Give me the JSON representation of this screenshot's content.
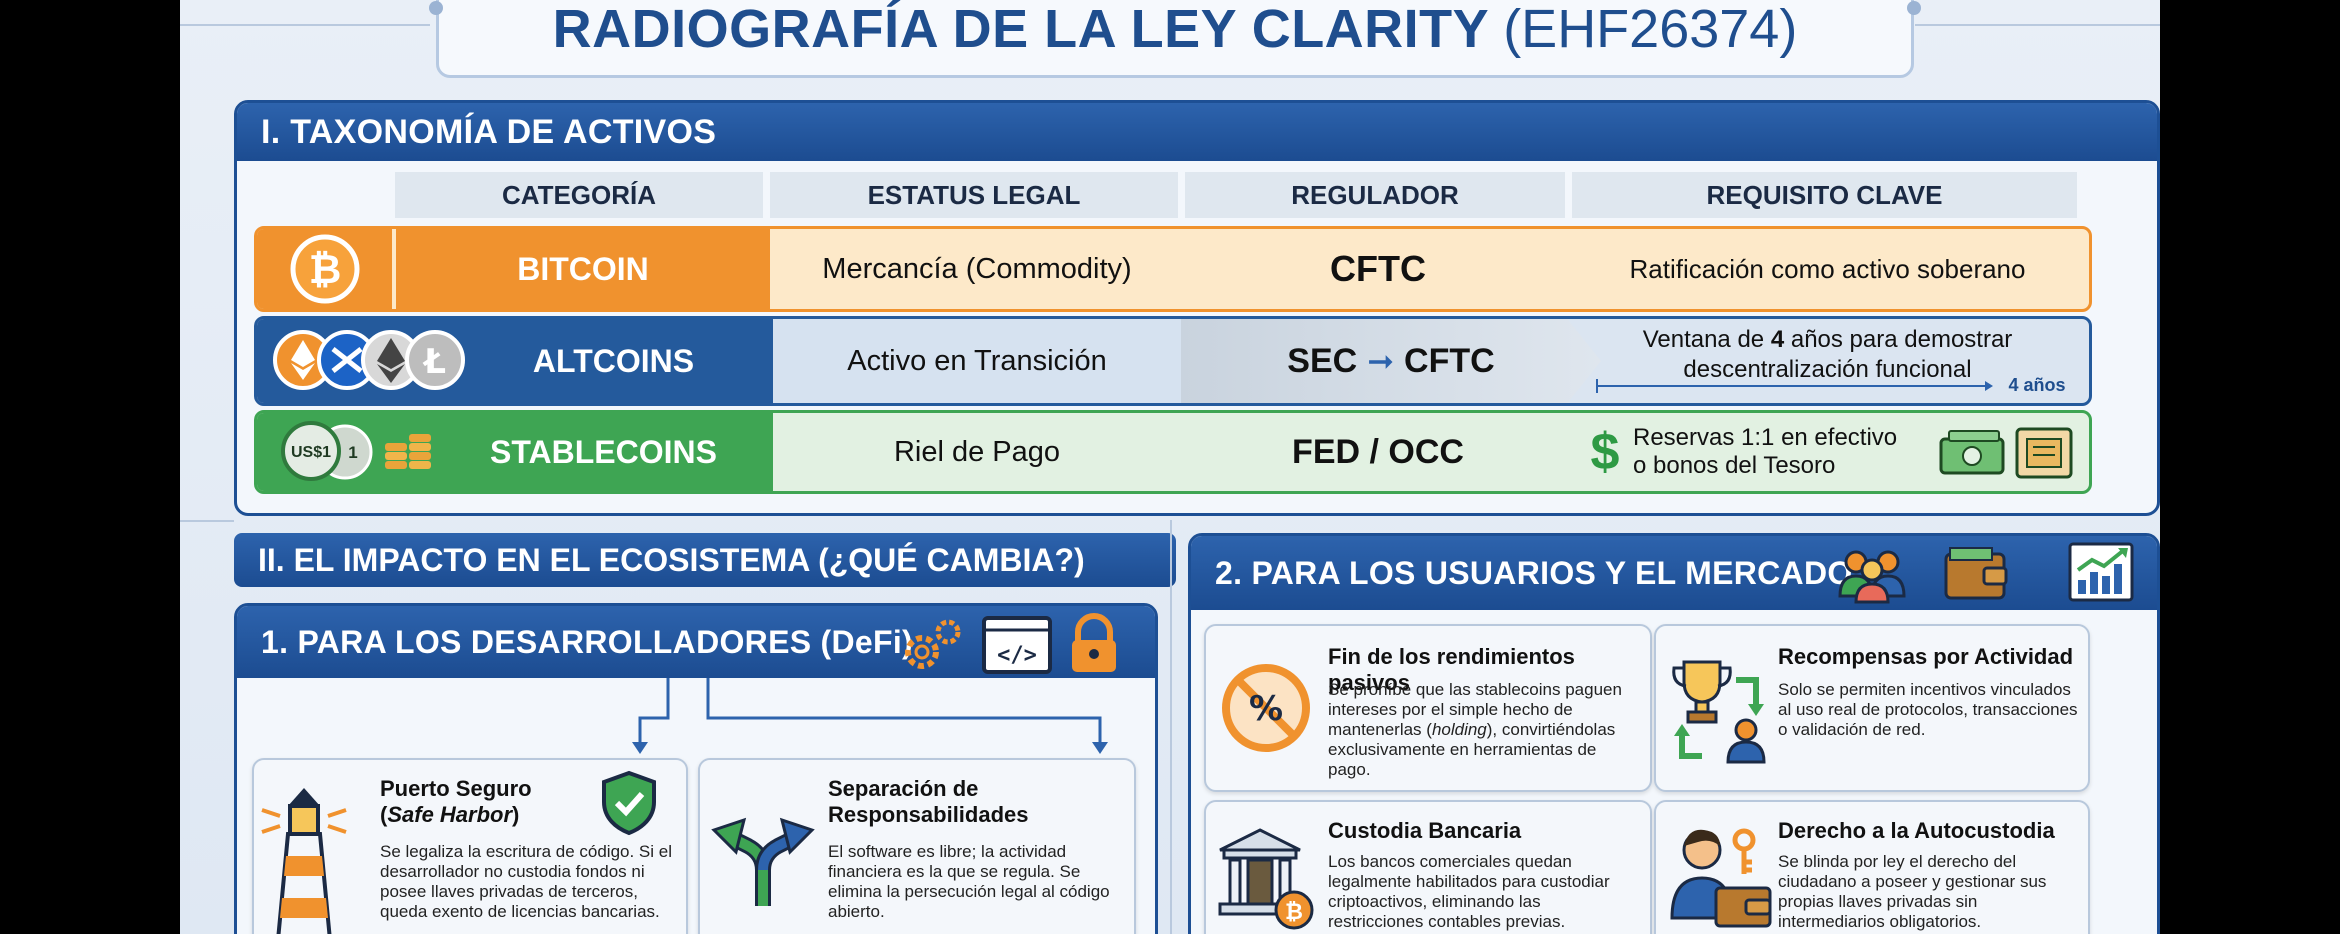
{
  "title": {
    "main": "RADIOGRAFÍA DE LA LEY CLARITY",
    "code": "(EHF26374)"
  },
  "taxonomy": {
    "header": "I. TAXONOMÍA DE ACTIVOS",
    "columns": [
      "CATEGORÍA",
      "ESTATUS LEGAL",
      "REGULADOR",
      "REQUISITO CLAVE"
    ],
    "rows": [
      {
        "category": "BITCOIN",
        "status": "Mercancía (Commodity)",
        "regulator": "CFTC",
        "requirement": "Ratificación como activo soberano",
        "icon": "bitcoin-icon"
      },
      {
        "category": "ALTCOINS",
        "status": "Activo en Transición",
        "regulator_from": "SEC",
        "regulator_to": "CFTC",
        "req_pre": "Ventana de ",
        "req_bold": "4",
        "req_mid": " años para demostrar",
        "req_line2": "descentralización funcional",
        "timeline_label": "4 años",
        "icon": "altcoin-icons"
      },
      {
        "category": "STABLECOINS",
        "status": "Riel de Pago",
        "regulator": "FED / OCC",
        "req_line1": "Reservas 1:1 en efectivo",
        "req_line2": "o bonos del Tesoro",
        "coin_label": "US$1",
        "coin_label2": "1",
        "icon": "stablecoin-icon"
      }
    ],
    "colors": {
      "bitcoin": "#f0922e",
      "altcoins": "#245a9c",
      "stablecoins": "#3ea553"
    }
  },
  "impact": {
    "header": "II. EL IMPACTO EN EL ECOSISTEMA (¿QUÉ CAMBIA?)",
    "developers": {
      "header": "1. PARA LOS DESARROLLADORES (DeFi)",
      "cards": [
        {
          "title_line1": "Puerto Seguro",
          "title_line2a": "(",
          "title_line2b": "Safe Harbor",
          "title_line2c": ")",
          "body": "Se legaliza la escritura de código. Si el desarrollador no custodia fondos ni posee llaves privadas de terceros, queda exento de licencias bancarias.",
          "icon": "lighthouse-icon"
        },
        {
          "title_line1": "Separación de",
          "title_line2": "Responsabilidades",
          "body": "El software es libre; la actividad financiera es la que se regula. Se elimina la persecución legal al código abierto.",
          "icon": "split-arrow-icon"
        }
      ]
    },
    "users": {
      "header": "2. PARA LOS USUARIOS Y EL MERCADO",
      "cards": [
        {
          "title": "Fin de los rendimientos pasivos",
          "body_a": "Se prohíbe que las stablecoins paguen intereses por el simple hecho de mantenerlas (",
          "body_em": "holding",
          "body_b": "), convirtiéndolas exclusivamente en herramientas de pago.",
          "icon": "no-percent-icon"
        },
        {
          "title": "Recompensas por Actividad",
          "body": "Solo se permiten incentivos vinculados al uso real de protocolos, transacciones o validación de red.",
          "icon": "trophy-icon"
        },
        {
          "title": "Custodia Bancaria",
          "body": "Los bancos comerciales quedan legalmente habilitados para custodiar criptoactivos, eliminando las restricciones contables previas.",
          "icon": "bank-icon"
        },
        {
          "title": "Derecho a la Autocustodia",
          "body": "Se blinda por ley el derecho del ciudadano a poseer y gestionar sus propias llaves privadas sin intermediarios obligatorios.",
          "icon": "self-custody-icon"
        }
      ]
    }
  }
}
